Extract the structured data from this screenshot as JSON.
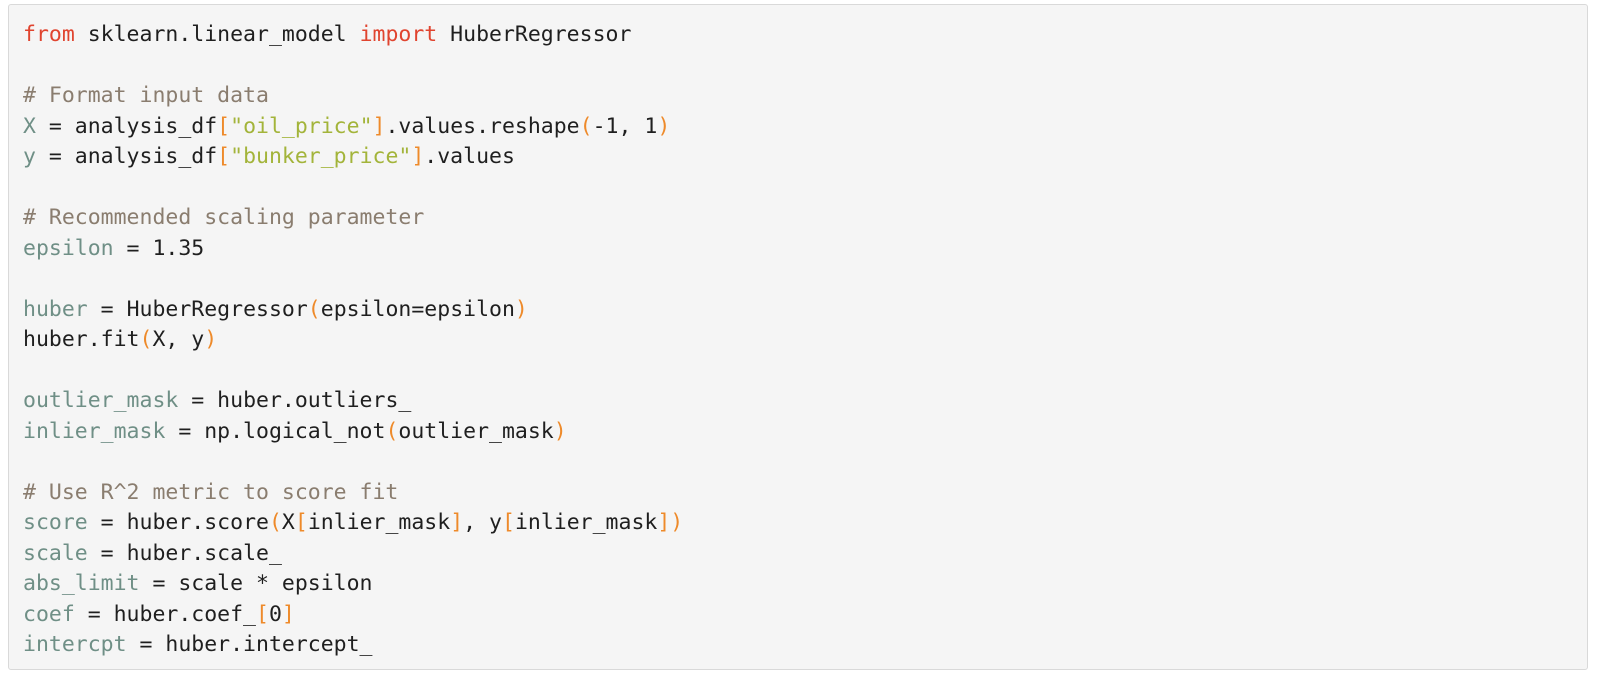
{
  "code_lines": [
    [
      {
        "t": "from",
        "c": "kw"
      },
      {
        "t": " sklearn.linear_model ",
        "c": "plain"
      },
      {
        "t": "import",
        "c": "kw"
      },
      {
        "t": " HuberRegressor",
        "c": "plain"
      }
    ],
    [],
    [
      {
        "t": "# Format input data",
        "c": "cm"
      }
    ],
    [
      {
        "t": "X",
        "c": "var"
      },
      {
        "t": " = analysis_df",
        "c": "plain"
      },
      {
        "t": "[",
        "c": "br"
      },
      {
        "t": "\"oil_price\"",
        "c": "str"
      },
      {
        "t": "]",
        "c": "br"
      },
      {
        "t": ".values.reshape",
        "c": "plain"
      },
      {
        "t": "(",
        "c": "br"
      },
      {
        "t": "-1, 1",
        "c": "plain"
      },
      {
        "t": ")",
        "c": "br"
      }
    ],
    [
      {
        "t": "y",
        "c": "var"
      },
      {
        "t": " = analysis_df",
        "c": "plain"
      },
      {
        "t": "[",
        "c": "br"
      },
      {
        "t": "\"bunker_price\"",
        "c": "str"
      },
      {
        "t": "]",
        "c": "br"
      },
      {
        "t": ".values",
        "c": "plain"
      }
    ],
    [],
    [
      {
        "t": "# Recommended scaling parameter",
        "c": "cm"
      }
    ],
    [
      {
        "t": "epsilon",
        "c": "var"
      },
      {
        "t": " = 1.35",
        "c": "plain"
      }
    ],
    [],
    [
      {
        "t": "huber",
        "c": "var"
      },
      {
        "t": " = HuberRegressor",
        "c": "plain"
      },
      {
        "t": "(",
        "c": "br"
      },
      {
        "t": "epsilon=epsilon",
        "c": "plain"
      },
      {
        "t": ")",
        "c": "br"
      }
    ],
    [
      {
        "t": "huber.fit",
        "c": "plain"
      },
      {
        "t": "(",
        "c": "br"
      },
      {
        "t": "X, y",
        "c": "plain"
      },
      {
        "t": ")",
        "c": "br"
      }
    ],
    [],
    [
      {
        "t": "outlier_mask",
        "c": "var"
      },
      {
        "t": " = huber.outliers_",
        "c": "plain"
      }
    ],
    [
      {
        "t": "inlier_mask",
        "c": "var"
      },
      {
        "t": " = np.logical_not",
        "c": "plain"
      },
      {
        "t": "(",
        "c": "br"
      },
      {
        "t": "outlier_mask",
        "c": "plain"
      },
      {
        "t": ")",
        "c": "br"
      }
    ],
    [],
    [
      {
        "t": "# Use R^2 metric to score fit",
        "c": "cm"
      }
    ],
    [
      {
        "t": "score",
        "c": "var"
      },
      {
        "t": " = huber.score",
        "c": "plain"
      },
      {
        "t": "(",
        "c": "br"
      },
      {
        "t": "X",
        "c": "plain"
      },
      {
        "t": "[",
        "c": "br"
      },
      {
        "t": "inlier_mask",
        "c": "plain"
      },
      {
        "t": "]",
        "c": "br"
      },
      {
        "t": ", y",
        "c": "plain"
      },
      {
        "t": "[",
        "c": "br"
      },
      {
        "t": "inlier_mask",
        "c": "plain"
      },
      {
        "t": "]",
        "c": "br"
      },
      {
        "t": ")",
        "c": "br"
      }
    ],
    [
      {
        "t": "scale",
        "c": "var"
      },
      {
        "t": " = huber.scale_",
        "c": "plain"
      }
    ],
    [
      {
        "t": "abs_limit",
        "c": "var"
      },
      {
        "t": " = scale * epsilon",
        "c": "plain"
      }
    ],
    [
      {
        "t": "coef",
        "c": "var"
      },
      {
        "t": " = huber.coef_",
        "c": "plain"
      },
      {
        "t": "[",
        "c": "br"
      },
      {
        "t": "0",
        "c": "plain"
      },
      {
        "t": "]",
        "c": "br"
      }
    ],
    [
      {
        "t": "intercpt",
        "c": "var"
      },
      {
        "t": " = huber.intercept_",
        "c": "plain"
      }
    ]
  ],
  "colors": {
    "keyword": "#e0442f",
    "variable": "#6f8f86",
    "comment": "#8a7d6f",
    "string": "#a3b43a",
    "bracket": "#ee8a2a",
    "text": "#1f1f1f",
    "background": "#f5f5f5"
  }
}
